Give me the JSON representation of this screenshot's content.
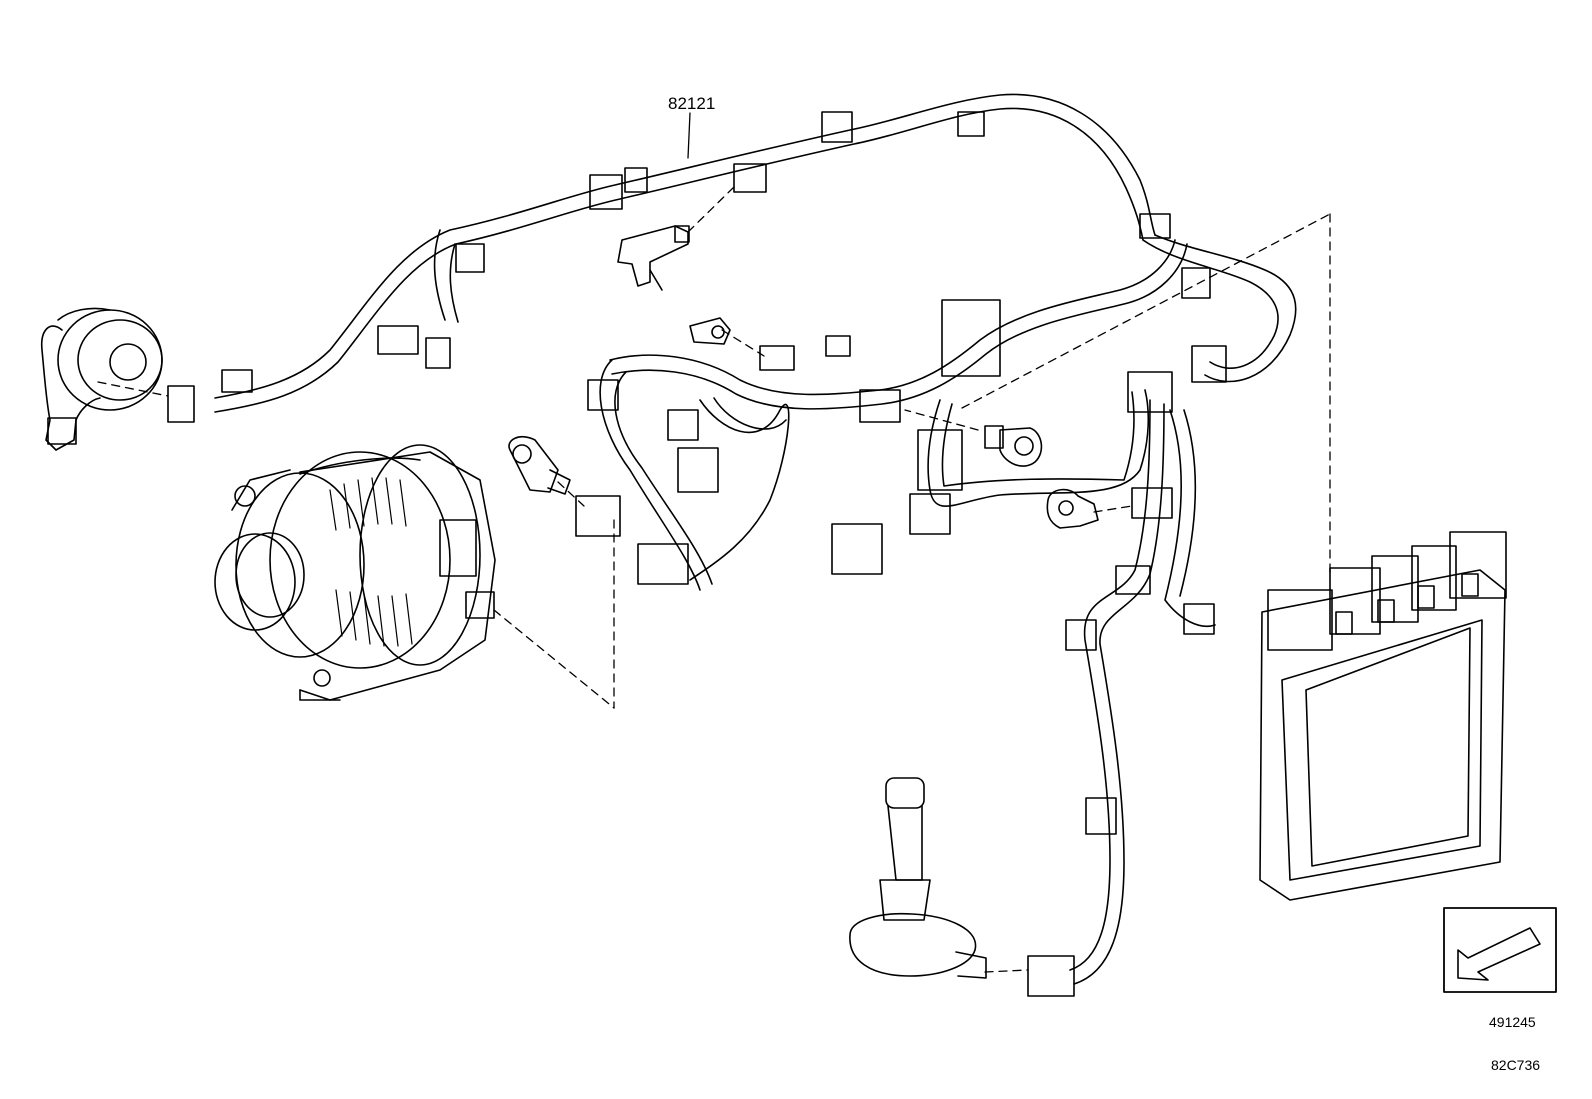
{
  "diagram": {
    "part_number": "82121",
    "reference_number": "491245",
    "illustration_code": "82C736",
    "direction_icon": "front-direction-arrow-icon",
    "line_color": "#000000",
    "background_color": "#ffffff",
    "components": [
      "wire-harness",
      "water-pump",
      "alternator",
      "engine-control-module",
      "ignition-coil",
      "knock-sensor",
      "crank-position-sensor",
      "temperature-sensor",
      "oil-pressure-sensor"
    ]
  }
}
